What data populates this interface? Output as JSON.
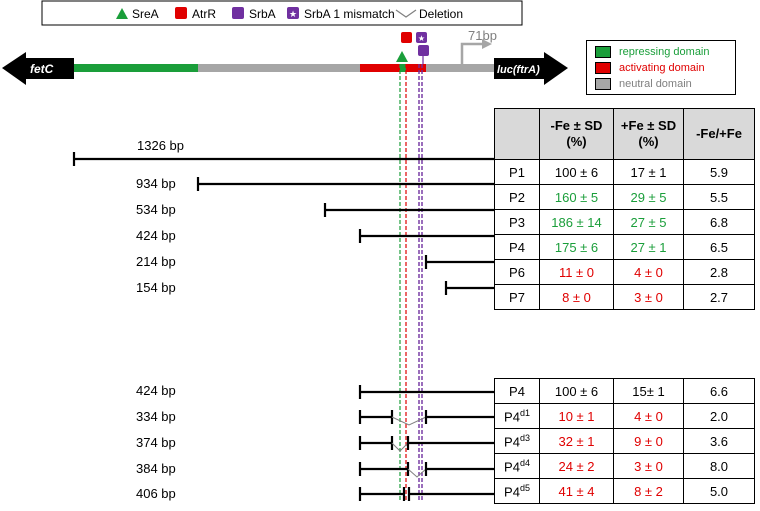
{
  "legend_top": {
    "items": [
      {
        "label": "SreA",
        "icon": "green-triangle-icon",
        "color": "#1a9e3a"
      },
      {
        "label": "AtrR",
        "icon": "red-rounded-square-icon",
        "color": "#e00000"
      },
      {
        "label": "SrbA",
        "icon": "purple-rounded-square-icon",
        "color": "#7030a0"
      },
      {
        "label": "SrbA 1 mismatch",
        "icon": "purple-star-square-icon",
        "color": "#7030a0"
      },
      {
        "label": "Deletion",
        "icon": "deletion-chevron-icon",
        "color": "#808080"
      }
    ]
  },
  "gene_map": {
    "left_gene": "fetC",
    "right_gene": "luc(ftrA)",
    "tss_label": "71bp",
    "colors": {
      "repressing": "#1a9e3a",
      "activating": "#e00000",
      "neutral": "#a6a6a6",
      "srba": "#7030a0"
    }
  },
  "domain_legend": {
    "items": [
      {
        "label": "repressing domain",
        "color": "#1a9e3a",
        "text_color": "#1a9e3a"
      },
      {
        "label": "activating domain",
        "color": "#e00000",
        "text_color": "#e00000"
      },
      {
        "label": "neutral domain",
        "color": "#a6a6a6",
        "text_color": "#808080"
      }
    ]
  },
  "table_headers": {
    "c0": "",
    "c1_line1": "-Fe ± SD",
    "c1_line2": "(%)",
    "c2_line1": "+Fe ± SD",
    "c2_line2": "(%)",
    "c3": "-Fe/+Fe"
  },
  "table1": [
    {
      "bp": "1326 bp",
      "name": "P1",
      "sup": "",
      "minus_fe": "100 ±  6",
      "plus_fe": "17 ± 1",
      "ratio": "5.9",
      "color": "black"
    },
    {
      "bp": "934 bp",
      "name": "P2",
      "sup": "",
      "minus_fe": "160 ±  5",
      "plus_fe": "29 ± 5",
      "ratio": "5.5",
      "color": "green"
    },
    {
      "bp": "534 bp",
      "name": "P3",
      "sup": "",
      "minus_fe": "186 ± 14",
      "plus_fe": "27 ± 5",
      "ratio": "6.8",
      "color": "green"
    },
    {
      "bp": "424 bp",
      "name": "P4",
      "sup": "",
      "minus_fe": "175 ±  6",
      "plus_fe": "27 ± 1",
      "ratio": "6.5",
      "color": "green"
    },
    {
      "bp": "214 bp",
      "name": "P6",
      "sup": "",
      "minus_fe": "11 ±  0",
      "plus_fe": "4 ± 0",
      "ratio": "2.8",
      "color": "red"
    },
    {
      "bp": "154 bp",
      "name": "P7",
      "sup": "",
      "minus_fe": "8 ±  0",
      "plus_fe": "3 ± 0",
      "ratio": "2.7",
      "color": "red"
    }
  ],
  "table2": [
    {
      "bp": "424 bp",
      "name": "P4",
      "sup": "",
      "minus_fe": "100 ±  6",
      "plus_fe": "15± 1",
      "ratio": "6.6",
      "color": "black"
    },
    {
      "bp": "334 bp",
      "name": "P4",
      "sup": "d1",
      "minus_fe": "10 ±  1",
      "plus_fe": "4 ± 0",
      "ratio": "2.0",
      "color": "red"
    },
    {
      "bp": "374 bp",
      "name": "P4",
      "sup": "d3",
      "minus_fe": "32 ±  1",
      "plus_fe": "9 ± 0",
      "ratio": "3.6",
      "color": "red"
    },
    {
      "bp": "384 bp",
      "name": "P4",
      "sup": "d4",
      "minus_fe": "24 ±  2",
      "plus_fe": "3 ± 0",
      "ratio": "8.0",
      "color": "red"
    },
    {
      "bp": "406 bp",
      "name": "P4",
      "sup": "d5",
      "minus_fe": "41 ±  4",
      "plus_fe": "8 ± 2",
      "ratio": "5.0",
      "color": "red"
    }
  ]
}
